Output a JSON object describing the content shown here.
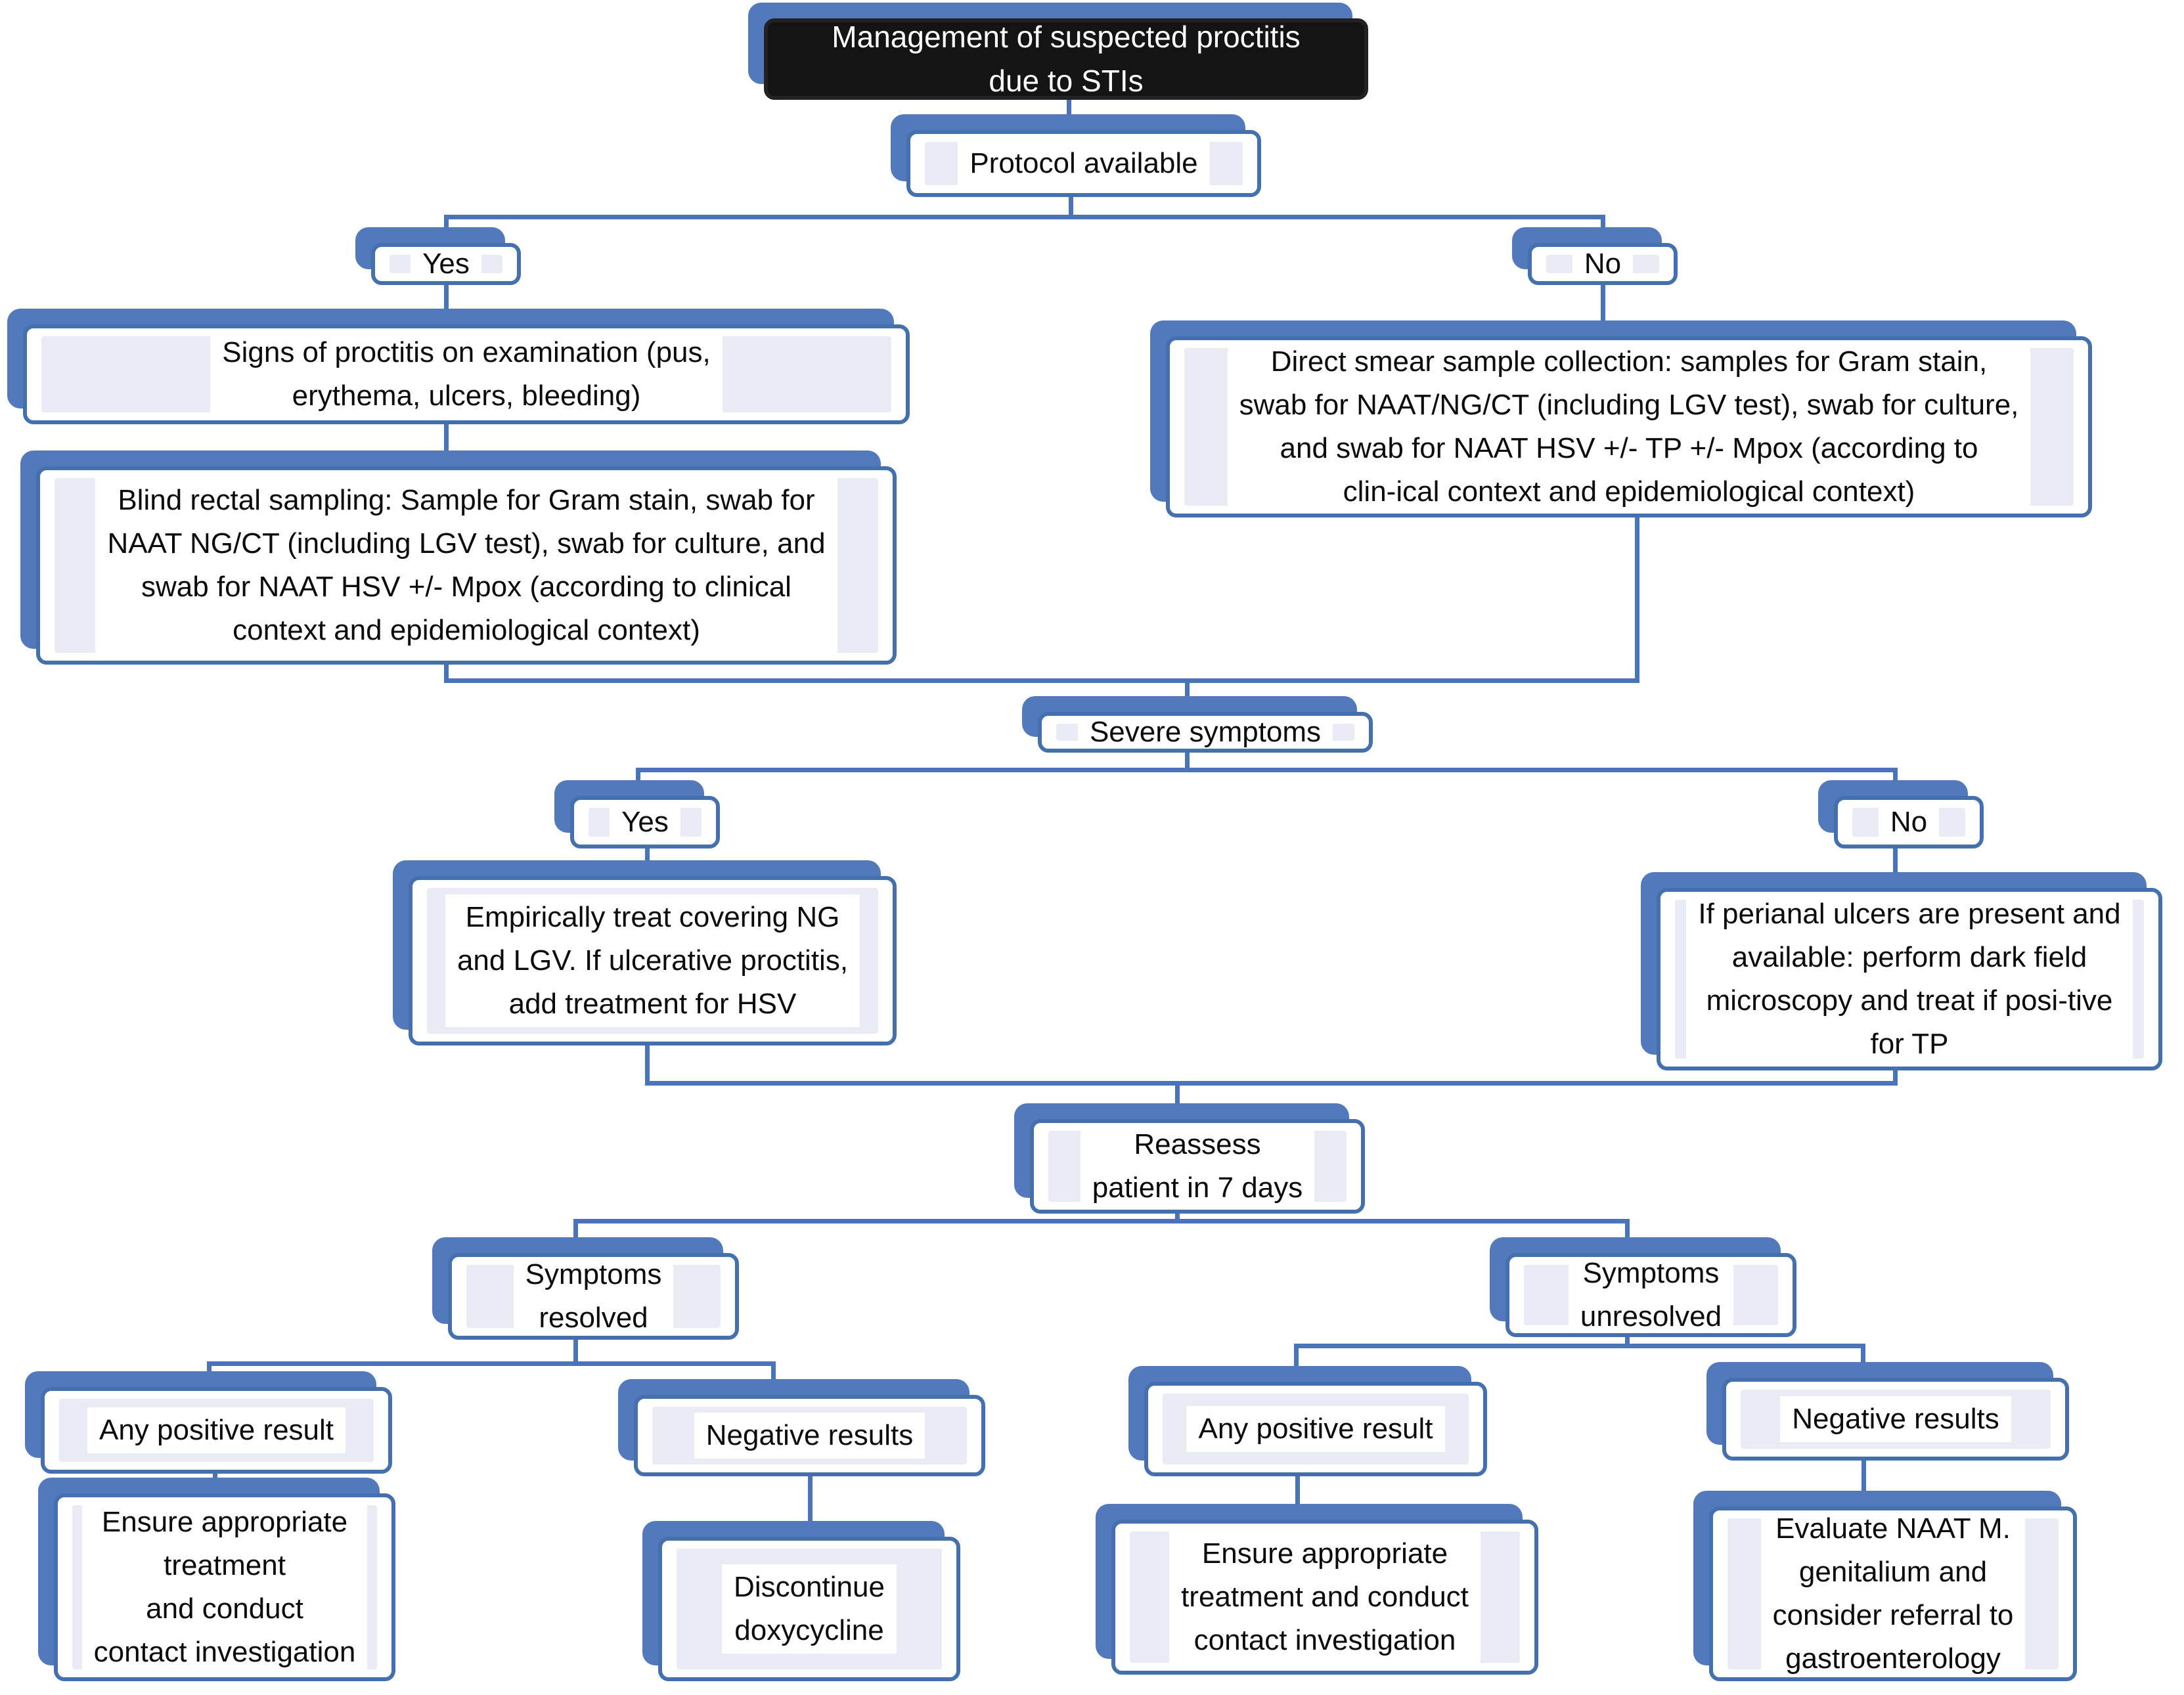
{
  "figure": {
    "type": "flowchart",
    "title": "Management of suspected proctitis due to STIs",
    "colors": {
      "connector_blue": "#4a74b8",
      "box_border_blue": "#4470ad",
      "box_shadow_blue": "#5279bb",
      "inner_panel_lavender": "#e9ebf4",
      "title_background_black": "#141414",
      "title_text_white": "#ffffff"
    }
  },
  "nodes": {
    "title": {
      "label": "Management of suspected proctitis\ndue to STIs"
    },
    "protocol": {
      "label": "Protocol available"
    },
    "yes1": {
      "label": "Yes"
    },
    "no1": {
      "label": "No"
    },
    "signs": {
      "label": "Signs of proctitis on examination (pus,\nerythema, ulcers, bleeding)"
    },
    "blind": {
      "label": "Blind rectal sampling: Sample for Gram stain, swab for\nNAAT NG/CT (including LGV test), swab for culture, and\nswab for NAAT HSV +/- Mpox (according to clinical\ncontext and epidemiological context)"
    },
    "direct": {
      "label": "Direct smear sample collection: samples for Gram stain,\nswab for NAAT/NG/CT (including LGV test), swab for culture,\nand swab for NAAT HSV +/- TP +/- Mpox (according to\nclin-ical context and epidemiological context)"
    },
    "severe": {
      "label": "Severe symptoms"
    },
    "yes2": {
      "label": "Yes"
    },
    "no2": {
      "label": "No"
    },
    "empirical": {
      "label": "Empirically treat covering NG\nand LGV. If ulcerative proctitis,\nadd treatment for HSV"
    },
    "perianal": {
      "label": "If perianal ulcers are present and\navailable: perform dark field\nmicroscopy and treat if posi-tive\nfor TP"
    },
    "reassess": {
      "label": "Reassess\npatient in 7 days"
    },
    "resolved": {
      "label": "Symptoms\nresolved"
    },
    "unresolved": {
      "label": "Symptoms\nunresolved"
    },
    "anypos_resolved": {
      "label": "Any positive result"
    },
    "negative_resolved": {
      "label": "Negative results"
    },
    "anypos_unresolved": {
      "label": "Any positive result"
    },
    "negative_unresolved": {
      "label": "Negative results"
    },
    "ensure_resolved": {
      "label": "Ensure appropriate\ntreatment\nand conduct\ncontact investigation"
    },
    "discontinue": {
      "label": "Discontinue\ndoxycycline"
    },
    "ensure_unresolved": {
      "label": "Ensure appropriate\ntreatment and conduct\ncontact investigation"
    },
    "evaluate": {
      "label": "Evaluate NAAT M.\ngenitalium and\nconsider referral to\ngastroenterology"
    }
  }
}
